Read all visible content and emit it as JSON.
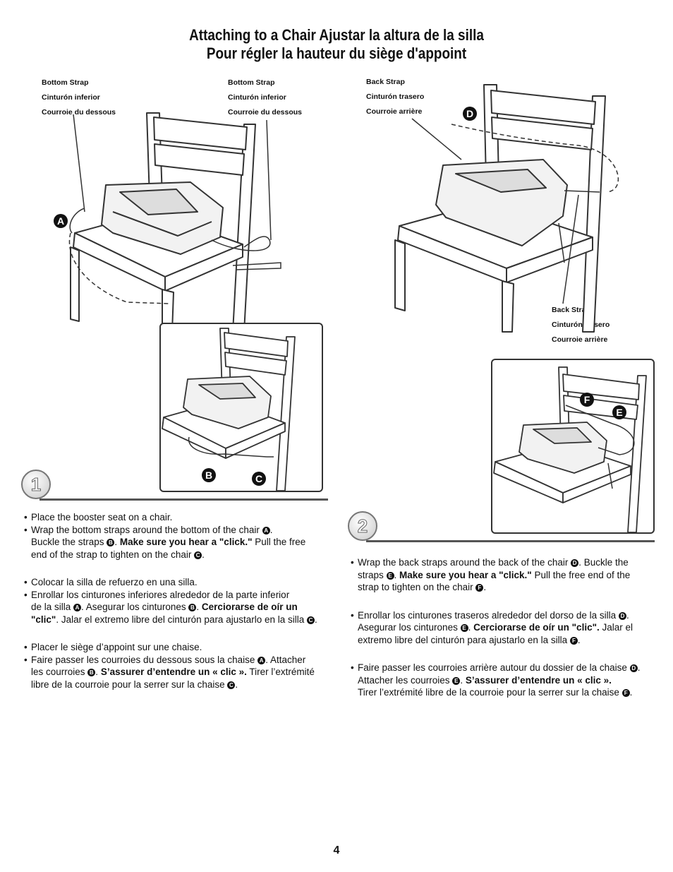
{
  "titles": {
    "line1": "Attaching to a Chair    Ajustar la altura de la silla",
    "line2": "Pour régler la hauteur du siège d'appoint"
  },
  "labels": {
    "bottom_strap_left": [
      "Bottom Strap",
      "Cinturón inferior",
      "Courroie du dessous"
    ],
    "bottom_strap_right": [
      "Bottom Strap",
      "Cinturón inferior",
      "Courroie du dessous"
    ],
    "back_strap_top": [
      "Back Strap",
      "Cinturón trasero",
      "Courroie arrière"
    ],
    "back_strap_bottom": [
      "Back Strap",
      "Cinturón trasero",
      "Courroie arrière"
    ]
  },
  "badges": {
    "a": "A",
    "b": "B",
    "c": "C",
    "d": "D",
    "e": "E",
    "f": "F"
  },
  "steps": {
    "step1_number": "1",
    "step2_number": "2"
  },
  "step1": {
    "en_1": "Place the booster seat on a chair.",
    "en_2a": "Wrap the bottom straps around the bottom of the chair",
    "en_2b": ".",
    "en_2c": "Buckle the straps",
    "en_2d": ". ",
    "en_2bold": "Make sure you hear a \"click.\"",
    "en_2e": " Pull the free",
    "en_2f": "end of the strap to tighten on the chair",
    "en_2g": ".",
    "es_1": "Colocar la silla de refuerzo en una silla.",
    "es_2a": "Enrollar los cinturones inferiores alrededor de la parte inferior",
    "es_2b": "de la silla",
    "es_2c": ". Asegurar los cinturones",
    "es_2d": ". ",
    "es_2bold1": "Cerciorarse de oír un",
    "es_2bold2": "\"clic\"",
    "es_2e": ". Jalar el extremo libre del cinturón para ajustarlo en la silla",
    "es_2f": ".",
    "fr_1": "Placer le siège d’appoint sur une chaise.",
    "fr_2a": "Faire passer les courroies du dessous sous la chaise",
    "fr_2b": ". Attacher",
    "fr_2c": "les courroies",
    "fr_2d": ". ",
    "fr_2bold": "S’assurer d’entendre un « clic ».",
    "fr_2e": " Tirer l’extrémité",
    "fr_2f": "libre de la courroie pour la serrer sur la chaise",
    "fr_2g": "."
  },
  "step2": {
    "en_a": "Wrap the back straps around the back of the chair",
    "en_b": ". Buckle the",
    "en_c": "straps",
    "en_d": ". ",
    "en_bold": "Make sure you hear a \"click.\"",
    "en_e": " Pull the free end of the",
    "en_f": "strap to tighten on the chair",
    "en_g": ".",
    "es_a": "Enrollar los cinturones traseros alrededor del dorso de la silla",
    "es_b": ".",
    "es_c": "Asegurar los cinturones",
    "es_d": ". ",
    "es_bold": "Cerciorarse de oír un \"clic\".",
    "es_e": " Jalar el",
    "es_f": "extremo libre del cinturón para ajustarlo en la silla",
    "es_g": ".",
    "fr_a": "Faire passer les courroies arrière autour du dossier de la chaise",
    "fr_b": ".",
    "fr_c": "Attacher les courroies",
    "fr_d": ". ",
    "fr_bold": "S’assurer d’entendre un « clic ».",
    "fr_e": "Tirer l’extrémité libre de la courroie pour la serrer sur la chaise",
    "fr_f": "."
  },
  "page_number": "4"
}
